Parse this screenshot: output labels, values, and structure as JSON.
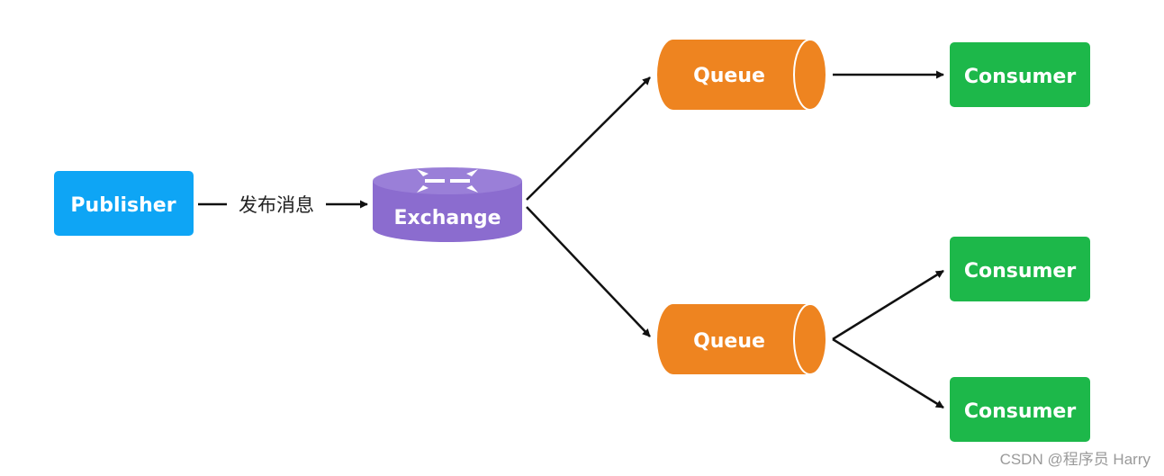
{
  "nodes": {
    "publisher": {
      "label": "Publisher",
      "color": "#0ea5f5"
    },
    "exchange": {
      "label": "Exchange",
      "color": "#8b6ccf"
    },
    "queues": [
      {
        "label": "Queue",
        "color": "#ee8420"
      },
      {
        "label": "Queue",
        "color": "#ee8420"
      }
    ],
    "consumers": [
      {
        "label": "Consumer",
        "color": "#1db84a"
      },
      {
        "label": "Consumer",
        "color": "#1db84a"
      },
      {
        "label": "Consumer",
        "color": "#1db84a"
      }
    ]
  },
  "edges": {
    "publish_label": "发布消息"
  },
  "watermark": "CSDN @程序员 Harry"
}
